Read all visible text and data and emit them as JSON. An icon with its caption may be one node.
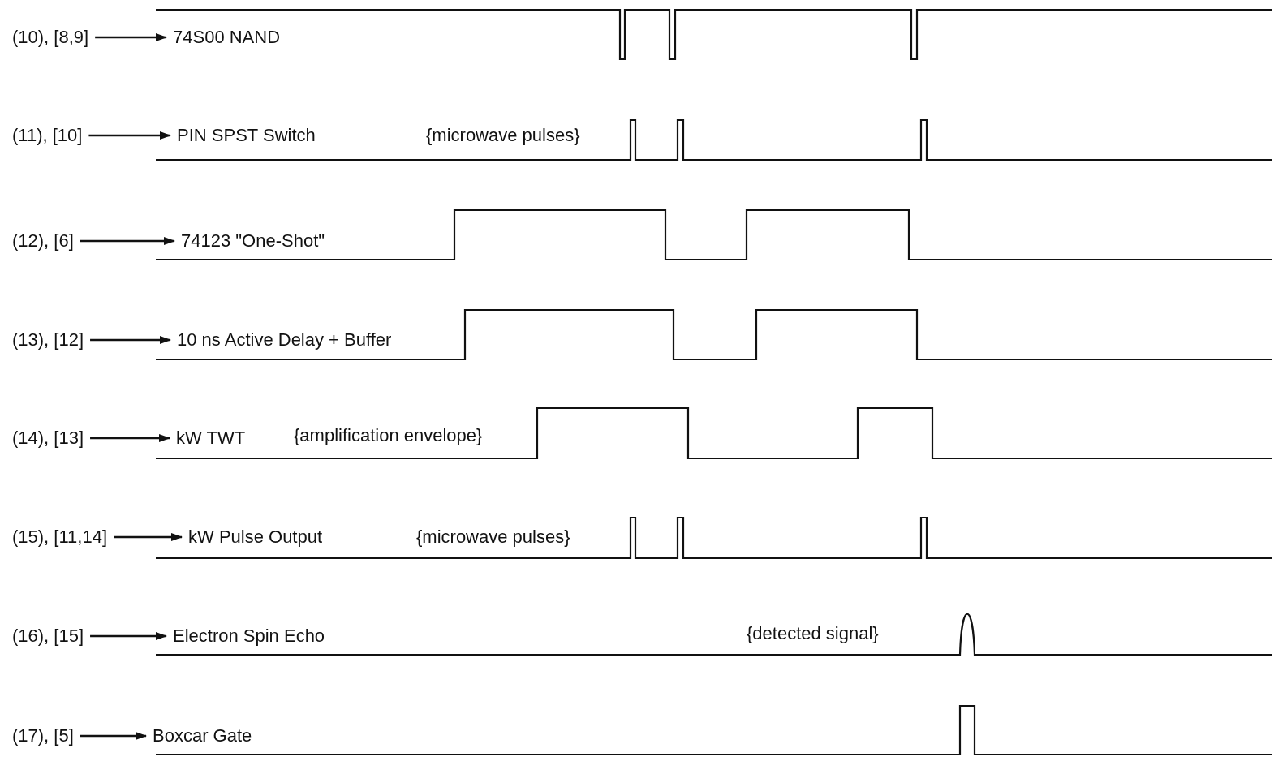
{
  "diagram": {
    "nodes": [
      {
        "text": [
          "(10),  [8,9]"
        ]
      },
      {
        "text": [
          "74S00 NAND"
        ]
      },
      {
        "text": [
          "(11),  [10]"
        ]
      },
      {
        "text": [
          "PIN  SPST  Switch"
        ]
      },
      {
        "text": [
          "(12),   [6]"
        ]
      },
      {
        "text": [
          "74123  \"One-Shot\""
        ]
      },
      {
        "text": [
          "(13),  [12]"
        ]
      },
      {
        "text": [
          "10 ns Active Delay + Buffer"
        ]
      },
      {
        "text": [
          "(14),  [13]"
        ]
      },
      {
        "text": [
          "kW TWT"
        ]
      },
      {
        "text": [
          "(15),  [11,14]"
        ]
      },
      {
        "text": [
          "kW Pulse Output"
        ]
      },
      {
        "text": [
          "(16),  [15]"
        ]
      },
      {
        "text": [
          "Electron Spin Echo"
        ]
      },
      {
        "text": [
          "(17),  [5]"
        ]
      },
      {
        "text": [
          "Boxcar Gate"
        ]
      }
    ],
    "edges": [
      {
        "from": 0,
        "to": 1,
        "arrow": "to"
      },
      {
        "from": 2,
        "to": 3,
        "arrow": "to"
      },
      {
        "from": 4,
        "to": 5,
        "arrow": "to"
      },
      {
        "from": 6,
        "to": 7,
        "arrow": "to"
      },
      {
        "from": 8,
        "to": 9,
        "arrow": "to"
      },
      {
        "from": 10,
        "to": 11,
        "arrow": "to"
      },
      {
        "from": 12,
        "to": 13,
        "arrow": "to"
      },
      {
        "from": 14,
        "to": 15,
        "arrow": "to"
      }
    ],
    "labels": [
      "{microwave pulses}",
      "{amplification envelope}",
      "{microwave pulses}",
      "{detected signal}"
    ]
  }
}
